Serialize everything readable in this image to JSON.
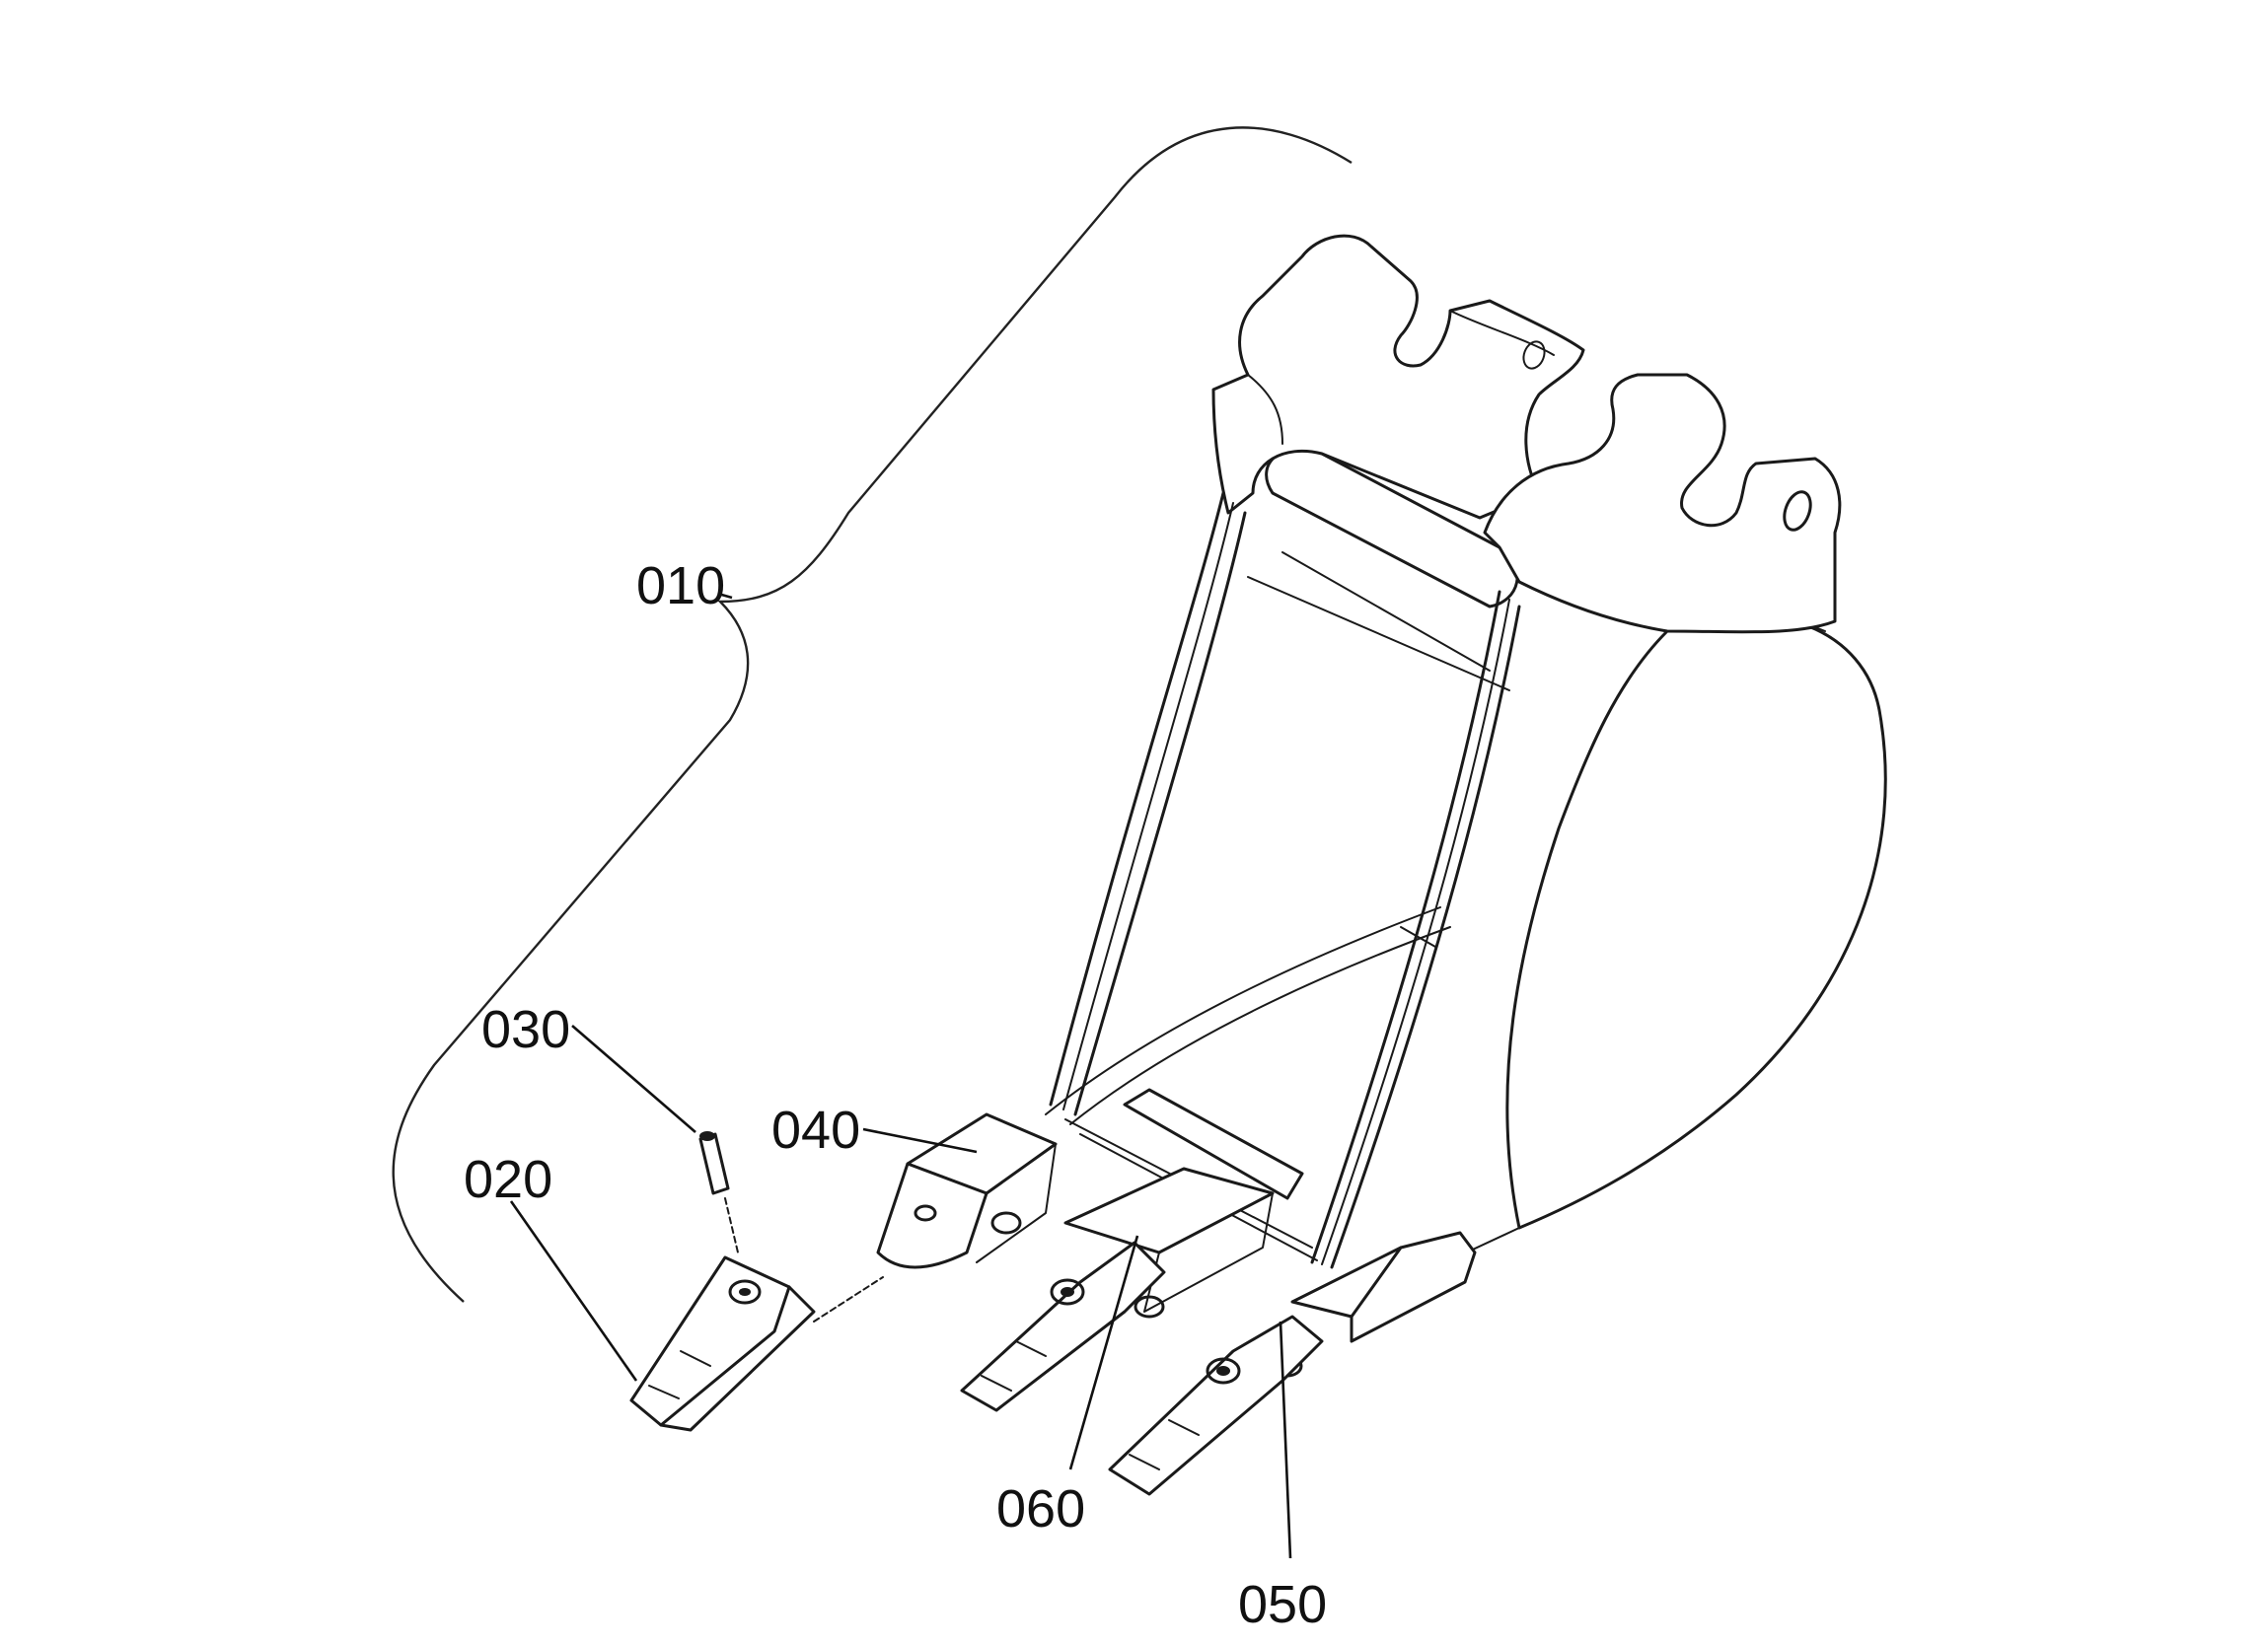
{
  "diagram": {
    "callouts": [
      {
        "id": "010",
        "label": "010"
      },
      {
        "id": "020",
        "label": "020"
      },
      {
        "id": "030",
        "label": "030"
      },
      {
        "id": "040",
        "label": "040"
      },
      {
        "id": "050",
        "label": "050"
      },
      {
        "id": "060",
        "label": "060"
      }
    ],
    "colors": {
      "ink": "#1a1a1a",
      "background": "#ffffff"
    }
  }
}
